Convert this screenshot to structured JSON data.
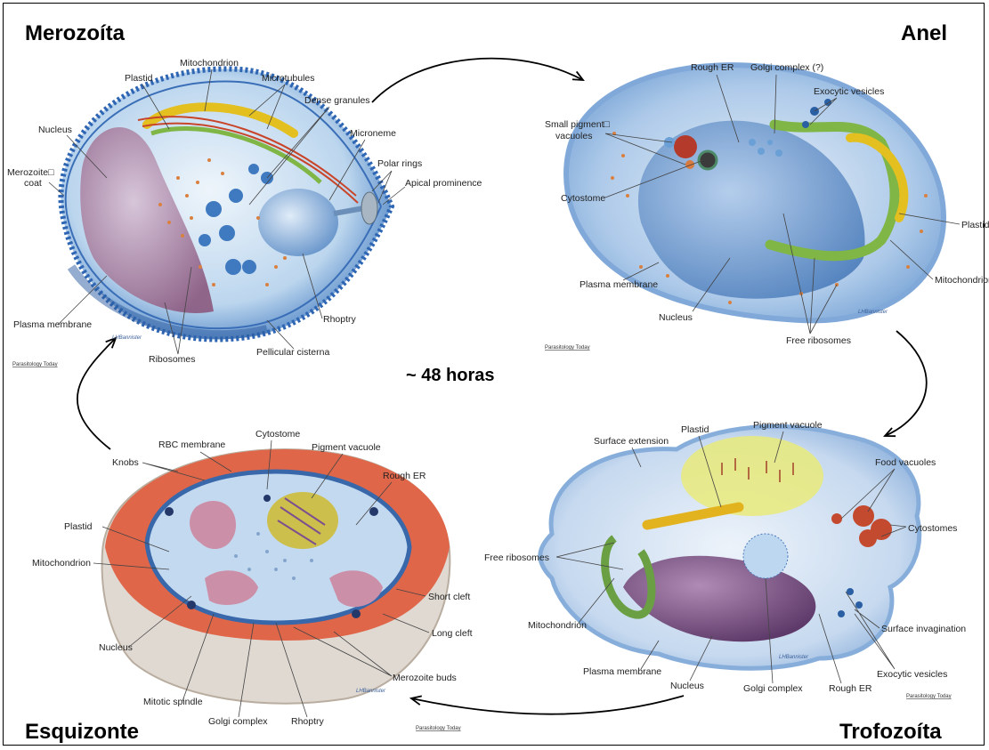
{
  "stages": {
    "merozoite": {
      "title": "Merozoíta",
      "labels": [
        "Mitochondrion",
        "Plastid",
        "Microtubules",
        "Dense granules",
        "Nucleus",
        "Microneme",
        "Merozoite□",
        "coat",
        "Polar rings",
        "Apical prominence",
        "Plasma membrane",
        "Rhoptry",
        "Ribosomes",
        "Pellicular cisterna"
      ],
      "credit": "Parasitology Today"
    },
    "ring": {
      "title": "Anel",
      "labels": [
        "Rough ER",
        "Golgi complex (?)",
        "Exocytic vesicles",
        "Small pigment□",
        "vacuoles",
        "Cytostome",
        "Plastid",
        "Mitochondrion",
        "Plasma membrane",
        "Nucleus",
        "Free ribosomes"
      ],
      "credit": "Parasitology Today"
    },
    "trophozoite": {
      "title": "Trofozoíta",
      "labels": [
        "Plastid",
        "Pigment vacuole",
        "Surface extension",
        "Food vacuoles",
        "Cytostomes",
        "Free ribosomes",
        "Mitochondrion",
        "Surface invagination",
        "Plasma membrane",
        "Nucleus",
        "Golgi complex",
        "Rough ER",
        "Exocytic vesicles"
      ],
      "credit": "Parasitology Today"
    },
    "schizont": {
      "title": "Esquizonte",
      "labels": [
        "Cytostome",
        "RBC membrane",
        "Pigment vacuole",
        "Knobs",
        "Rough ER",
        "Plastid",
        "Mitochondrion",
        "Short cleft",
        "Long cleft",
        "Nucleus",
        "Merozoite buds",
        "Mitotic spindle",
        "Golgi complex",
        "Rhoptry"
      ],
      "credit": "Parasitology Today"
    }
  },
  "cycle_label": "~ 48 horas",
  "signature": "LHBannister"
}
